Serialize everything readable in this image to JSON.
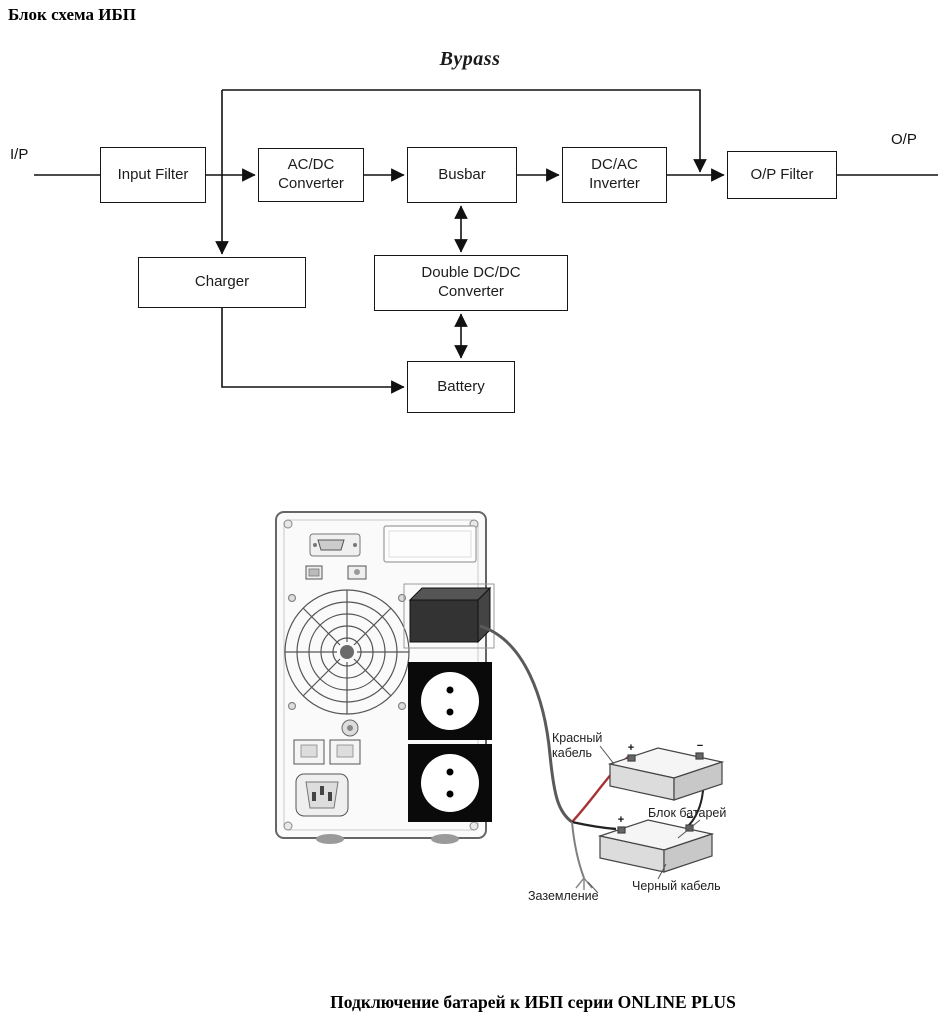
{
  "page": {
    "title": "Блок схема ИБП",
    "caption": "Подключение батарей к ИБП серии ONLINE PLUS"
  },
  "diagram": {
    "bypass_label": "Bypass",
    "input_label": "I/P",
    "output_label": "O/P",
    "blocks": {
      "input_filter": "Input Filter",
      "acdc_line1": "AC/DC",
      "acdc_line2": "Converter",
      "busbar": "Busbar",
      "dcac_line1": "DC/AC",
      "dcac_line2": "Inverter",
      "op_filter": "O/P Filter",
      "charger": "Charger",
      "dcdc_line1": "Double DC/DC",
      "dcdc_line2": "Converter",
      "battery": "Battery"
    },
    "line_color": "#111111"
  },
  "ups_figure": {
    "labels": {
      "red_cable": "Красный кабель",
      "battery_pack": "Блок батарей",
      "black_cable": "Черный кабель",
      "ground": "Заземление"
    },
    "battery_terminals": {
      "plus": "+",
      "minus": "−"
    },
    "cable_colors": {
      "red": "#a83232",
      "black": "#222222",
      "bundle": "#5a5a5a"
    }
  }
}
